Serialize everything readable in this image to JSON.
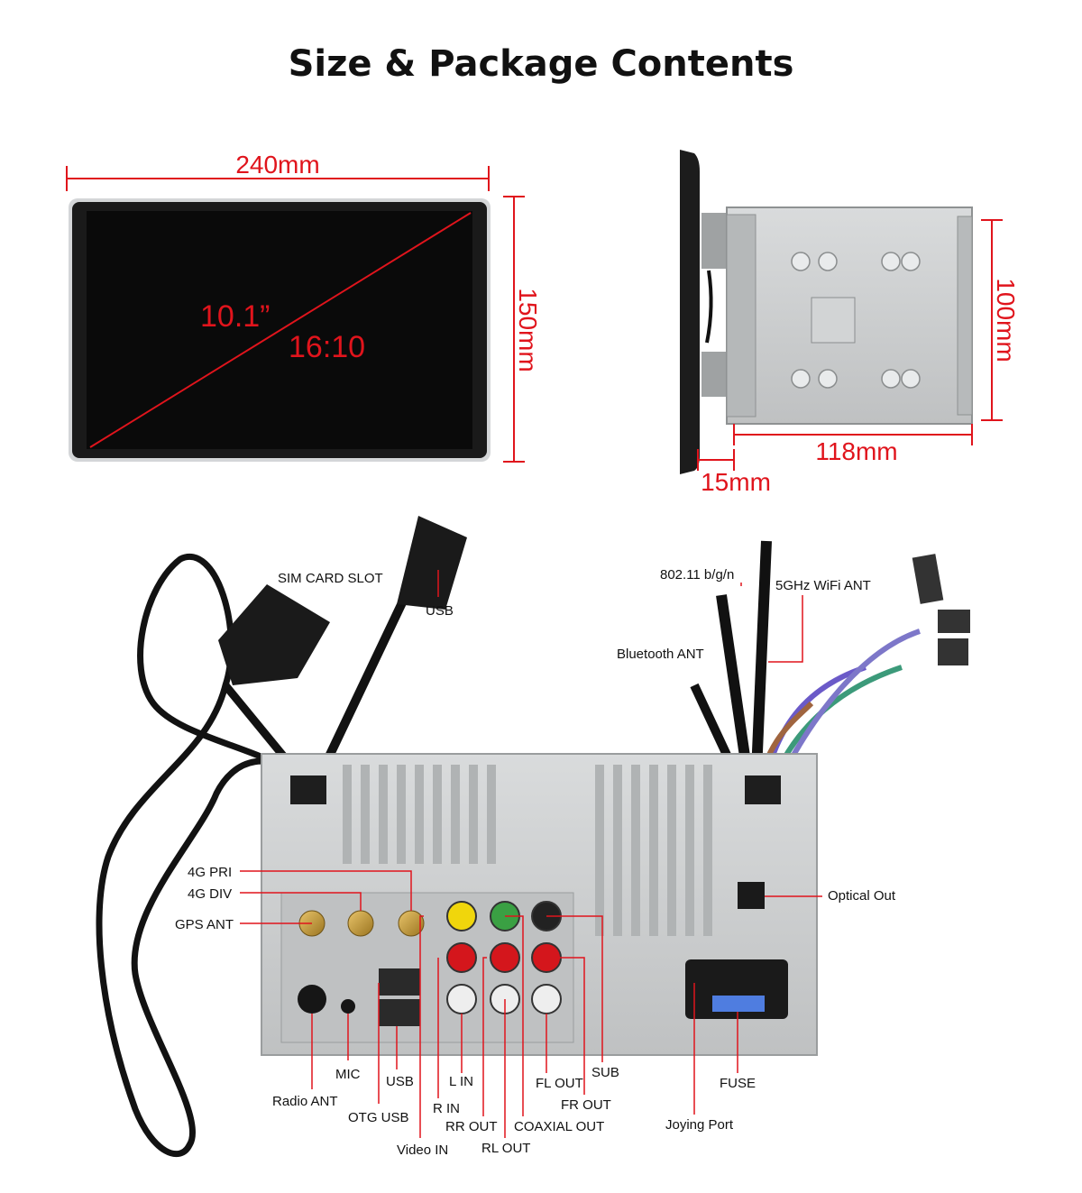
{
  "page": {
    "title": "Size & Package Contents"
  },
  "dimensions": {
    "width": "240mm",
    "height": "150mm",
    "diagonal": "10.1”",
    "ratio": "16:10",
    "depth_height": "100mm",
    "depth": "118mm",
    "face_depth": "15mm"
  },
  "labels": {
    "sim_card_slot": "SIM CARD SLOT",
    "usb_top": "USB",
    "wifi_80211": "802.11 b/g/n",
    "wifi_5ghz": "5GHz WiFi ANT",
    "bluetooth_ant": "Bluetooth ANT",
    "g4_pri": "4G PRI",
    "g4_div": "4G DIV",
    "gps_ant": "GPS ANT",
    "optical_out": "Optical Out",
    "mic": "MIC",
    "usb_bottom": "USB",
    "l_in": "L IN",
    "fl_out": "FL OUT",
    "sub": "SUB",
    "fuse": "FUSE",
    "radio_ant": "Radio ANT",
    "r_in": "R IN",
    "fr_out": "FR OUT",
    "otg_usb": "OTG USB",
    "rr_out": "RR OUT",
    "coaxial_out": "COAXIAL OUT",
    "joying_port": "Joying Port",
    "video_in": "Video IN",
    "rl_out": "RL OUT"
  },
  "colors": {
    "accent": "#e0141c",
    "screen": "#0a0a0a",
    "chassis": "#c9cbcc",
    "cable": "#121212"
  }
}
